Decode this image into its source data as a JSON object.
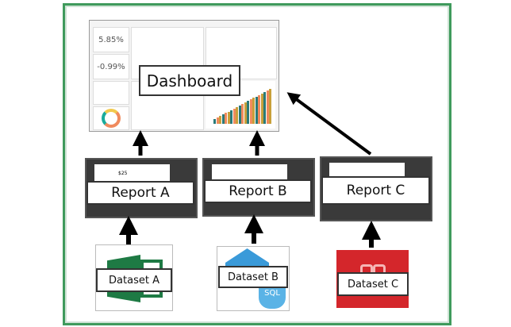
{
  "dashboard": {
    "label": "Dashboard",
    "kpi1": "5.85%",
    "kpi2": "-0.99%"
  },
  "reports": [
    {
      "label": "Report A",
      "kpi": "$25"
    },
    {
      "label": "Report B"
    },
    {
      "label": "Report C"
    }
  ],
  "datasets": [
    {
      "label": "Dataset A",
      "source": "Excel",
      "color": "#1e7a44"
    },
    {
      "label": "Dataset B",
      "source": "SQL",
      "color": "#3a9ad9"
    },
    {
      "label": "Dataset C",
      "source": "Access",
      "color": "#d4262b"
    }
  ]
}
